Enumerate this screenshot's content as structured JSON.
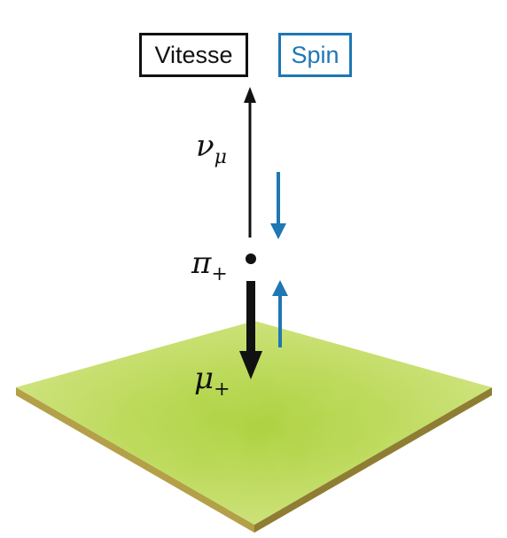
{
  "labels": {
    "vitesse": "Vitesse",
    "spin": "Spin"
  },
  "particles": {
    "neutrino": {
      "symbol": "ν",
      "subscript": "μ"
    },
    "pion": {
      "symbol": "π",
      "subscript": "+"
    },
    "muon": {
      "symbol": "μ",
      "subscript": "+"
    }
  },
  "colors": {
    "velocity": "#111111",
    "spin": "#1f77b4",
    "ground_top": "#b8d64a",
    "ground_edge": "#9c8a3c"
  }
}
